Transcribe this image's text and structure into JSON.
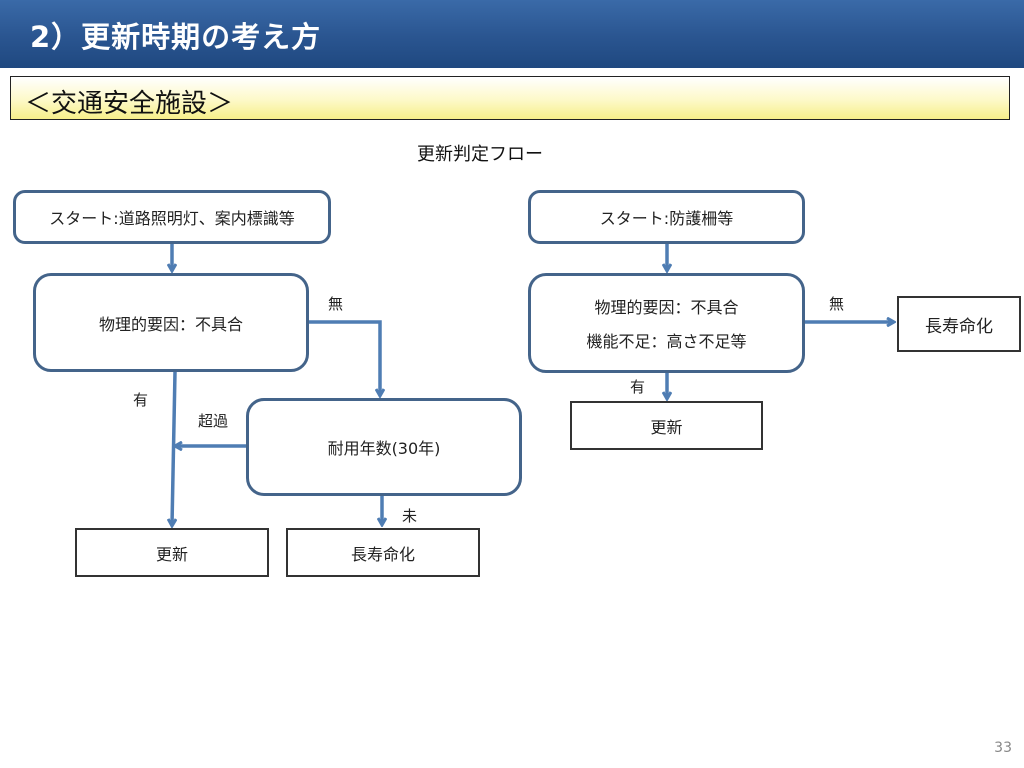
{
  "slide": {
    "title": "2）更新時期の考え方",
    "subtitle": "＜交通安全施設＞",
    "flow_title": "更新判定フロー",
    "page_number": "33"
  },
  "left_flow": {
    "start": "スタート:道路照明灯、案内標識等",
    "factor": "物理的要因：不具合",
    "life": "耐用年数(30年)",
    "renew": "更新",
    "extend": "長寿命化",
    "label_none": "無",
    "label_yes": "有",
    "label_exceeded": "超過",
    "label_not_yet": "未"
  },
  "right_flow": {
    "start": "スタート:防護柵等",
    "factor_line1": "物理的要因：不具合",
    "factor_line2": "機能不足：高さ不足等",
    "renew": "更新",
    "extend": "長寿命化",
    "label_none": "無",
    "label_yes": "有"
  },
  "colors": {
    "title_bar": "#2a5590",
    "arrow": "#4f7db3",
    "node_border": "#44648a",
    "subtitle_fill": "#f7ef8a"
  }
}
